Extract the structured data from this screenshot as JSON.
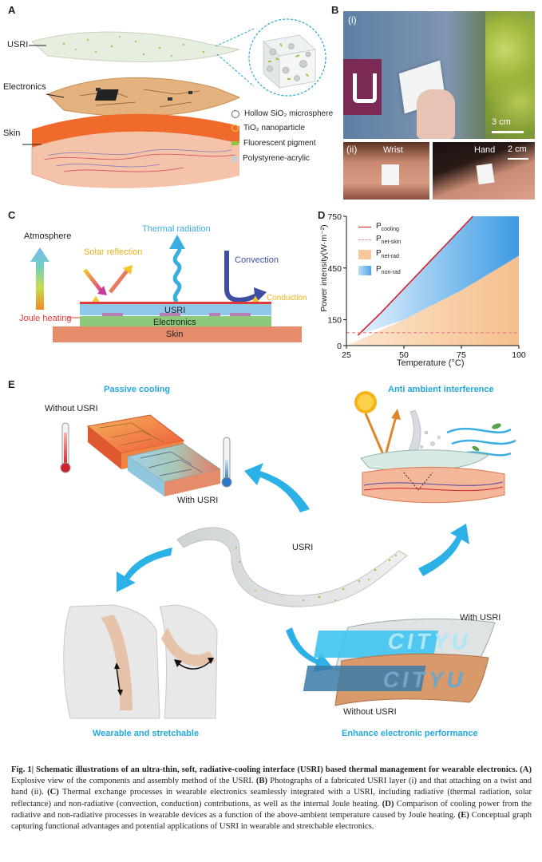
{
  "panels": {
    "A": {
      "letter": "A",
      "layers": {
        "usri": "USRI",
        "electronics": "Electronics",
        "skin": "Skin"
      },
      "legend": [
        {
          "icon": "hollow-circle-icon",
          "text": "Hollow SiO₂ microsphere"
        },
        {
          "icon": "yellow-ring-icon",
          "text": "TiO₂ nanoparticle"
        },
        {
          "icon": "green-pigment-icon",
          "text": "Fluorescent pigment"
        },
        {
          "icon": "gray-square-icon",
          "text": "Polystyrene-acrylic"
        }
      ]
    },
    "B": {
      "letter": "B",
      "sub_i": "(i)",
      "sub_ii": "(ii)",
      "scale_i": "3 cm",
      "wrist": "Wrist",
      "hand": "Hand",
      "scale_ii": "2 cm"
    },
    "C": {
      "letter": "C",
      "atmosphere": "Atmosphere",
      "thermal_radiation": "Thermal radiation",
      "solar_reflection": "Solar reflection",
      "convection": "Convection",
      "conduction": "Conduction",
      "joule_heating": "Joule heating",
      "usri": "USRI",
      "electronics": "Electronics",
      "skin": "Skin"
    },
    "D": {
      "letter": "D",
      "legend": [
        {
          "name": "P_cooling",
          "main": "P",
          "sub": "cooling"
        },
        {
          "name": "P_net-skin",
          "main": "P",
          "sub": "net-skin"
        },
        {
          "name": "P_net-rad",
          "main": "P",
          "sub": "net-rad"
        },
        {
          "name": "P_non-rad",
          "main": "P",
          "sub": "non-rad"
        }
      ]
    },
    "E": {
      "letter": "E",
      "passive_cooling": "Passive cooling",
      "without_usri_top": "Without USRI",
      "with_usri_top": "With USRI",
      "anti_ambient": "Anti ambient interference",
      "usri": "USRI",
      "with_usri_bottom": "With USRI",
      "without_usri_bottom": "Without USRI",
      "wearable": "Wearable and stretchable",
      "enhance": "Enhance electronic performance",
      "cityu_top": "CITYU",
      "cityu_bottom": "CITYU"
    }
  },
  "chart_data": {
    "type": "area",
    "xlabel": "Temperature (°C)",
    "ylabel": "Power intensity(W·m⁻²)",
    "xlim": [
      25,
      100
    ],
    "ylim": [
      0,
      750
    ],
    "xticks": [
      25,
      50,
      75,
      100
    ],
    "yticks": [
      0,
      150,
      450,
      750
    ],
    "series": [
      {
        "name": "P_cooling",
        "x": [
          30,
          40,
          50,
          60,
          70,
          80
        ],
        "y": [
          60,
          190,
          330,
          470,
          610,
          750
        ]
      },
      {
        "name": "P_net-skin",
        "x": [
          25,
          100
        ],
        "y": [
          75,
          75
        ]
      },
      {
        "name": "P_net-rad",
        "x": [
          25,
          50,
          75,
          100
        ],
        "y": [
          0,
          150,
          320,
          520
        ]
      },
      {
        "name": "P_non-rad",
        "x": [
          30,
          40,
          50,
          60,
          70,
          80,
          90,
          100
        ],
        "y": [
          60,
          190,
          330,
          470,
          610,
          750,
          750,
          750
        ]
      }
    ],
    "grid": false,
    "legend_position": "top-left"
  },
  "caption": {
    "fig_label": "Fig. 1| ",
    "bold_title": "Schematic illustrations of an ultra-thin, soft, radiative-cooling interface (USRI) based thermal management for wearable electronics.",
    "a_label": " (A)",
    "a_text": " Explosive view of the components and assembly method of the USRI.",
    "b_label": " (B)",
    "b_text": " Photographs of a fabricated USRI layer (i) and that attaching on a twist and hand (ii).",
    "c_label": " (C)",
    "c_text": " Thermal exchange processes in wearable electronics seamlessly integrated with a USRI, including radiative (thermal radiation, solar reflectance) and non-radiative (convection, conduction) contributions, as well as the internal Joule heating.",
    "d_label": " (D)",
    "d_text": " Comparison of cooling power from the radiative and non-radiative processes in wearable devices as a function of the above-ambient temperature caused by Joule heating.",
    "e_label": " (E)",
    "e_text": " Conceptual graph capturing functional advantages and potential applications of USRI in wearable and stretchable electronics."
  },
  "colors": {
    "accent_blue": "#23a9df",
    "skin": "#e58c6b",
    "usri_blue": "#8fc7e8",
    "electronics_green": "#8cc97a",
    "cooling_red": "#d11f2b",
    "net_rad_fill": "#f7c89b",
    "non_rad_fill": "#4fa6e6"
  }
}
